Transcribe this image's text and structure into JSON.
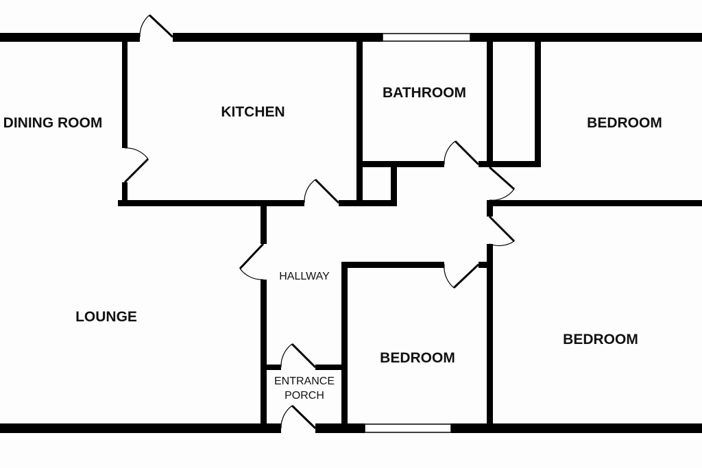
{
  "plan": {
    "rooms": {
      "dining": "DINING ROOM",
      "kitchen": "KITCHEN",
      "bathroom": "BATHROOM",
      "bedroom_top_right": "BEDROOM",
      "lounge": "LOUNGE",
      "hallway": "HALLWAY",
      "bedroom_middle": "BEDROOM",
      "bedroom_bottom_right": "BEDROOM",
      "porch_line1": "ENTRANCE",
      "porch_line2": "PORCH"
    },
    "colors": {
      "wall": "#000000",
      "background": "#fdfdfd",
      "window": "#ffffff"
    }
  }
}
